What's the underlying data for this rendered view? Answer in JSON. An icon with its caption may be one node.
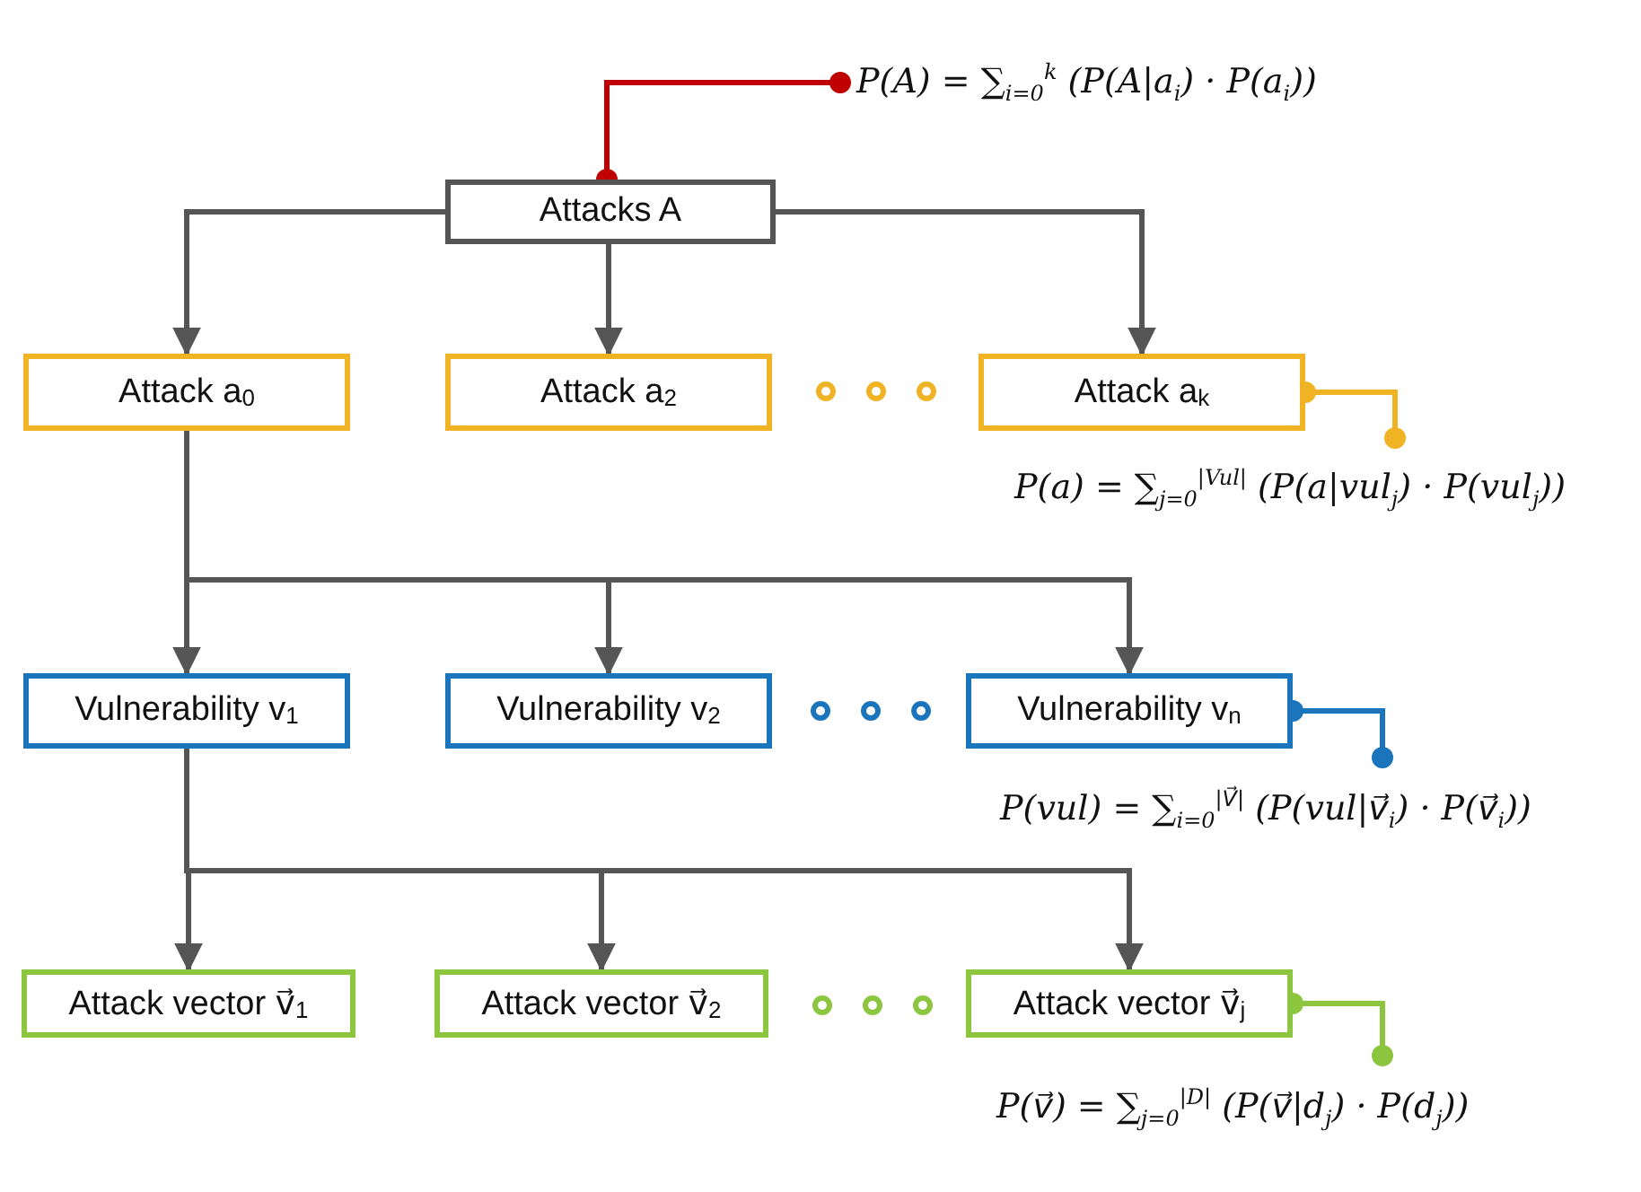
{
  "diagram": {
    "nodes": [
      {
        "text": [
          "Attacks A"
        ]
      },
      {
        "text": [
          "Attack a$_{0}$"
        ]
      },
      {
        "text": [
          "Attack a$_{2}$"
        ]
      },
      {
        "text": [
          "Attack a$_{k}$"
        ]
      },
      {
        "text": [
          "Vulnerability v$_{1}$"
        ]
      },
      {
        "text": [
          "Vulnerability v$_{2}$"
        ]
      },
      {
        "text": [
          "Vulnerability v$_{n}$"
        ]
      },
      {
        "text": [
          "Attack vector v⃗$_{1}$"
        ]
      },
      {
        "text": [
          "Attack vector v⃗$_{2}$"
        ]
      },
      {
        "text": [
          "Attack vector v⃗$_{j}$"
        ]
      },
      {
        "text": [
          "P(A) = ∑$_{i=0}$$^{k}$ (P(A|a$_{i}$) · P(a$_{i}$))"
        ]
      },
      {
        "text": [
          "P(a) = ∑$_{j=0}$$^{|Vul|}$ (P(a|vul$_{j}$) · P(vul$_{j}$))"
        ]
      },
      {
        "text": [
          "P(vul) = ∑$_{i=0}$$^{|V⃗|}$ (P(vul|v⃗$_{i}$) · P(v⃗$_{i}$))"
        ]
      },
      {
        "text": [
          "P(v⃗) = ∑$_{j=0}$$^{|D|}$ (P(v⃗|d$_{j}$) · P(d$_{j}$))"
        ]
      }
    ],
    "edges": [
      {
        "from": 0,
        "to": 1,
        "arrow": "to"
      },
      {
        "from": 0,
        "to": 2,
        "arrow": "to"
      },
      {
        "from": 0,
        "to": 3,
        "arrow": "to"
      },
      {
        "from": 1,
        "to": 4,
        "arrow": "to"
      },
      {
        "from": 1,
        "to": 5,
        "arrow": "to"
      },
      {
        "from": 1,
        "to": 6,
        "arrow": "to"
      },
      {
        "from": 4,
        "to": 7,
        "arrow": "to"
      },
      {
        "from": 4,
        "to": 8,
        "arrow": "to"
      },
      {
        "from": 4,
        "to": 9,
        "arrow": "to"
      },
      {
        "from": 0,
        "to": 10,
        "arrow": "other",
        "color": "#c00000"
      },
      {
        "from": 3,
        "to": 11,
        "arrow": "other",
        "color": "#f0b323"
      },
      {
        "from": 6,
        "to": 12,
        "arrow": "other",
        "color": "#1b75bc"
      },
      {
        "from": 9,
        "to": 13,
        "arrow": "other",
        "color": "#8cc63f"
      }
    ]
  }
}
